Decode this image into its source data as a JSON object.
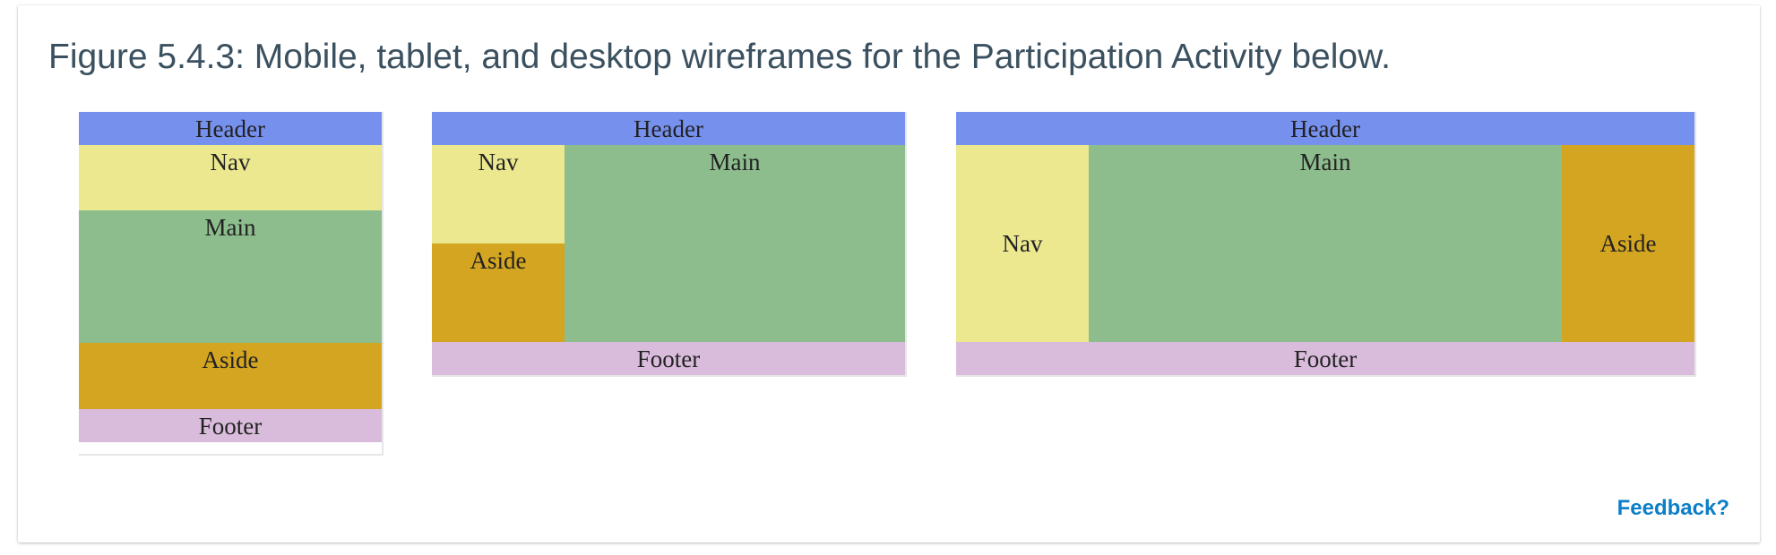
{
  "caption": "Figure 5.4.3: Mobile, tablet, and desktop wireframes for the Participation Activity below.",
  "feedback_label": "Feedback?",
  "colors": {
    "header": "#7690ee",
    "nav": "#ebe88f",
    "main": "#8dbd8d",
    "aside": "#d4a520",
    "footer": "#d9bcdb",
    "caption_text": "#3b5160",
    "feedback_link": "#0b7fc7"
  },
  "wireframes": {
    "mobile": {
      "header": "Header",
      "nav": "Nav",
      "main": "Main",
      "aside": "Aside",
      "footer": "Footer"
    },
    "tablet": {
      "header": "Header",
      "nav": "Nav",
      "main": "Main",
      "aside": "Aside",
      "footer": "Footer"
    },
    "desktop": {
      "header": "Header",
      "nav": "Nav",
      "main": "Main",
      "aside": "Aside",
      "footer": "Footer"
    }
  }
}
